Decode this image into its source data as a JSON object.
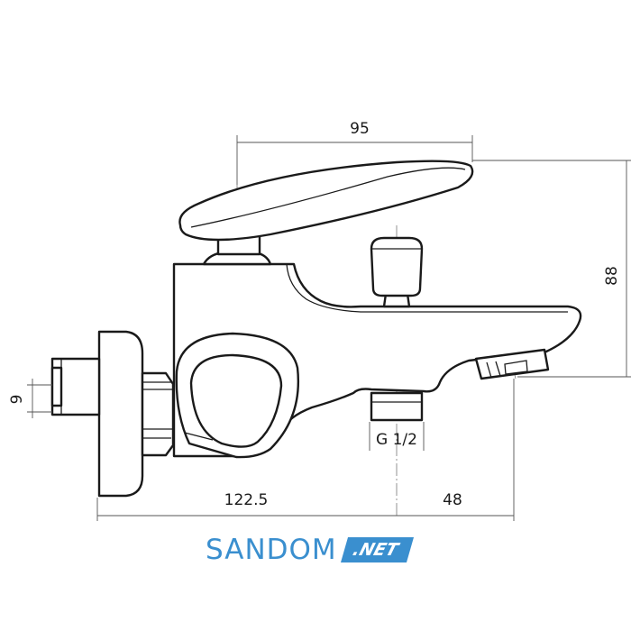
{
  "dimensions": {
    "lever_width": "95",
    "body_height": "88",
    "inlet_size": "9",
    "wall_to_outlet": "122.5",
    "outlet_to_spout": "48",
    "shower_outlet_thread": "G 1/2"
  },
  "brand": {
    "name": "SANDOM",
    "tld": ".NET",
    "colors": {
      "text": "#3a8fcf",
      "badge": "#3a8fcf"
    }
  },
  "icons": [
    "mixer-body-drawing",
    "lever-handle",
    "diverter-knob",
    "aerator"
  ]
}
